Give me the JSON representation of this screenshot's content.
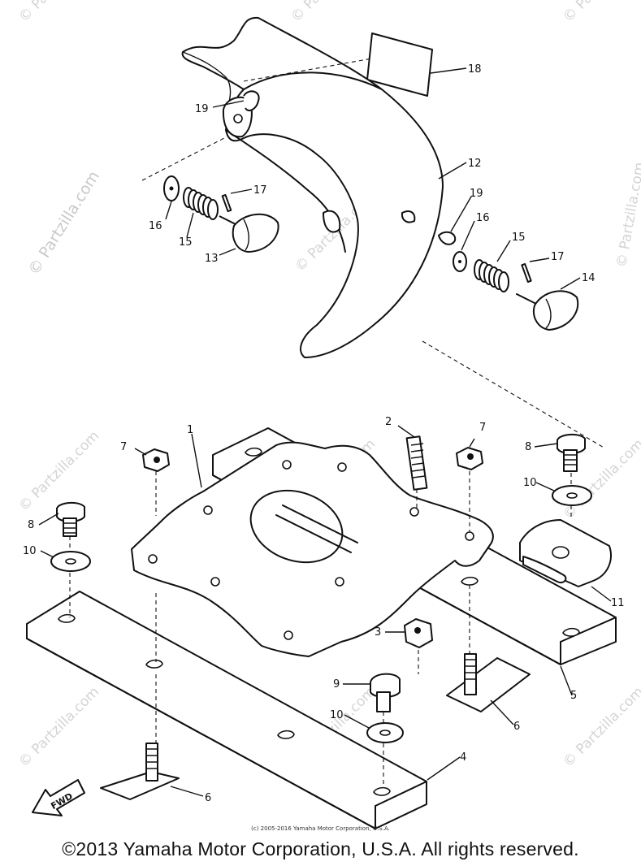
{
  "diagram": {
    "callouts": {
      "c18": "18",
      "c19a": "19",
      "c12": "12",
      "c17a": "17",
      "c16a": "16",
      "c15a": "15",
      "c13": "13",
      "c19b": "19",
      "c16b": "16",
      "c15b": "15",
      "c17b": "17",
      "c14": "14",
      "c1": "1",
      "c2": "2",
      "c7a": "7",
      "c7b": "7",
      "c8a": "8",
      "c8b": "8",
      "c10a": "10",
      "c10b": "10",
      "c10c": "10",
      "c11": "11",
      "c3": "3",
      "c9": "9",
      "c5": "5",
      "c6a": "6",
      "c6b": "6",
      "c4": "4"
    },
    "fwd_label": "FWD"
  },
  "watermark": {
    "text": "© Partzilla.com",
    "corner_text": "© Partz"
  },
  "footer": {
    "small": "(c) 2005-2016 Yamaha Motor Corporation, U.S.A.",
    "main": "©2013 Yamaha Motor Corporation, U.S.A. All rights reserved."
  }
}
